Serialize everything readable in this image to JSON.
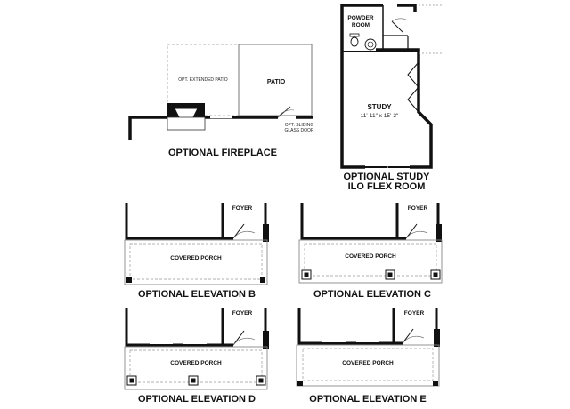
{
  "fireplace_plan": {
    "extended_patio_label": "OPT. EXTENDED PATIO",
    "patio_label": "PATIO",
    "door_label_line1": "OPT. SLIDING",
    "door_label_line2": "GLASS DOOR",
    "caption": "OPTIONAL FIREPLACE"
  },
  "study_plan": {
    "powder_room_line1": "POWDER",
    "powder_room_line2": "ROOM",
    "study_label": "STUDY",
    "study_dims": "11'-11\" x 15'-2\"",
    "caption_line1": "OPTIONAL STUDY",
    "caption_line2": "ILO FLEX ROOM"
  },
  "elevations": [
    {
      "foyer_label": "FOYER",
      "porch_label": "COVERED PORCH",
      "caption": "OPTIONAL ELEVATION B"
    },
    {
      "foyer_label": "FOYER",
      "porch_label": "COVERED PORCH",
      "caption": "OPTIONAL ELEVATION C"
    },
    {
      "foyer_label": "FOYER",
      "porch_label": "COVERED PORCH",
      "caption": "OPTIONAL ELEVATION D"
    },
    {
      "foyer_label": "FOYER",
      "porch_label": "COVERED PORCH",
      "caption": "OPTIONAL ELEVATION E"
    }
  ]
}
